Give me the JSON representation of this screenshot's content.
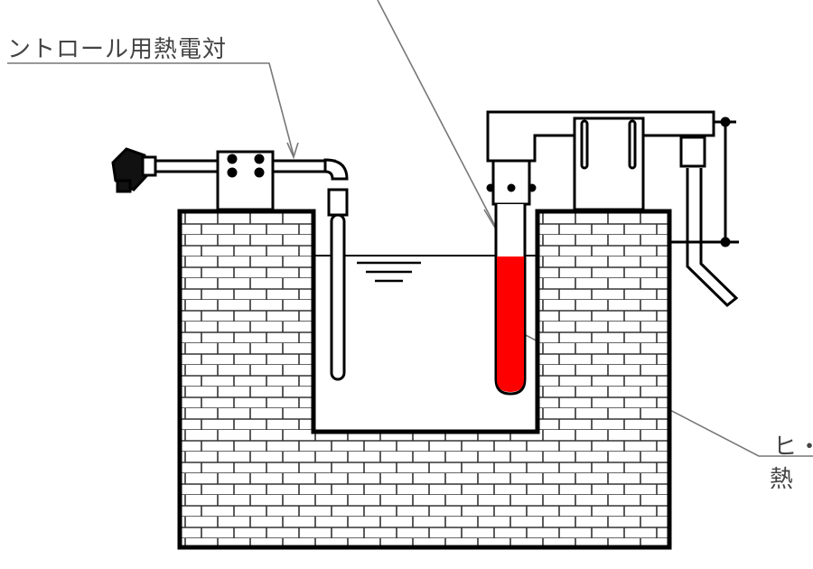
{
  "labels": {
    "control_thermocouple": "ントロール用熱電対",
    "heater_line1": "ヒ・",
    "heater_line2": "熱"
  },
  "colors": {
    "heater_fill": "#ff0000",
    "line": "#000000",
    "leader": "#777777"
  }
}
